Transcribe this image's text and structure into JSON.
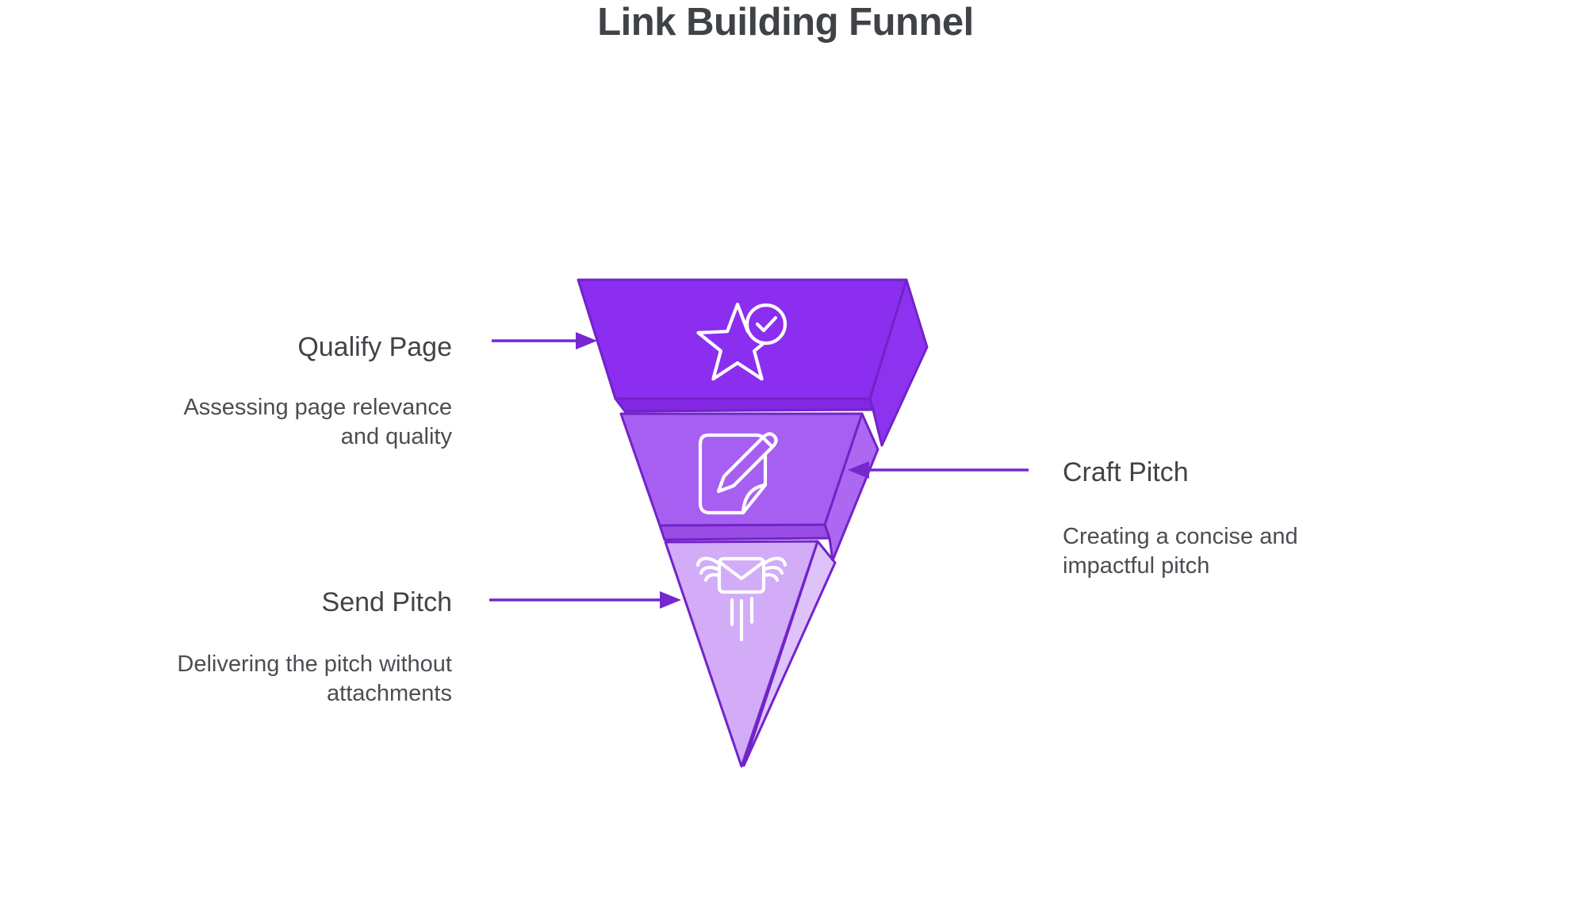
{
  "title": "Link Building Funnel",
  "colors": {
    "background": "#ffffff",
    "outline": "#7223c9",
    "arrow": "#7627ce",
    "icon_stroke": "#ffffff",
    "title_text": "#3f4246",
    "heading_text": "#404448",
    "body_text": "#4a4e52",
    "stage1_face": "#8b2ef0",
    "stage1_bottom": "#8227e2",
    "stage1_side": "#8d33f0",
    "stage2_face": "#a75ff1",
    "stage2_bottom": "#9a4de5",
    "stage2_side": "#ad68f2",
    "stage3_face": "#d2acf7",
    "stage3_side": "#dec3fa"
  },
  "stages": [
    {
      "label": "Qualify Page",
      "description": "Assessing page relevance and quality",
      "desc_line1": "Assessing page relevance",
      "desc_line2": "and quality",
      "icon": "star-check",
      "side": "left"
    },
    {
      "label": "Craft Pitch",
      "description": "Creating a concise and impactful pitch",
      "desc_line1": "Creating a concise and",
      "desc_line2": "impactful pitch",
      "icon": "compose-document-pen",
      "side": "right"
    },
    {
      "label": "Send Pitch",
      "description": "Delivering the pitch without attachments",
      "desc_line1": "Delivering the pitch without",
      "desc_line2": "attachments",
      "icon": "winged-mail",
      "side": "left"
    }
  ]
}
